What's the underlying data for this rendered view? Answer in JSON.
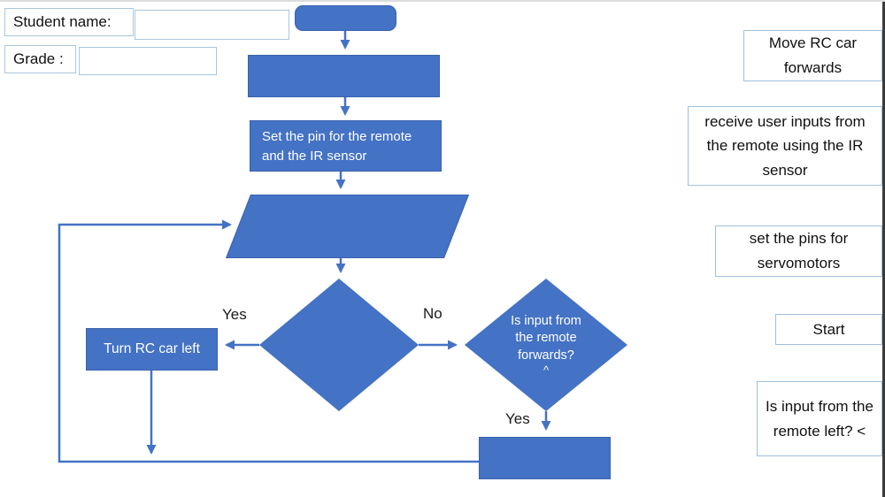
{
  "header": {
    "student_name_label": "Student name:",
    "grade_label": "Grade :",
    "student_name_value": "",
    "grade_value": ""
  },
  "colors": {
    "shape_fill": "#4472C4",
    "shape_border": "#3A62AE",
    "connector": "#4472C4",
    "answer_border": "#9FC0DD",
    "input_border": "#A9C7DD",
    "page_edge": "#3B3B3B"
  },
  "flowchart": {
    "nodes": {
      "set_pin": "Set the pin for the remote and the IR sensor",
      "turn_left": "Turn RC car left",
      "decision_forwards": "Is input from the remote forwards?",
      "decision_forwards_caret": "^"
    },
    "edge_labels": {
      "yes_left": "Yes",
      "no_right": "No",
      "yes_bottom": "Yes"
    }
  },
  "answer_bank": {
    "items": [
      {
        "label": "Move RC car forwards"
      },
      {
        "label": "receive user inputs from the remote using the IR sensor"
      },
      {
        "label": "set the pins for servomotors"
      },
      {
        "label": "Start"
      },
      {
        "label": "Is input from the remote left? <"
      }
    ]
  }
}
